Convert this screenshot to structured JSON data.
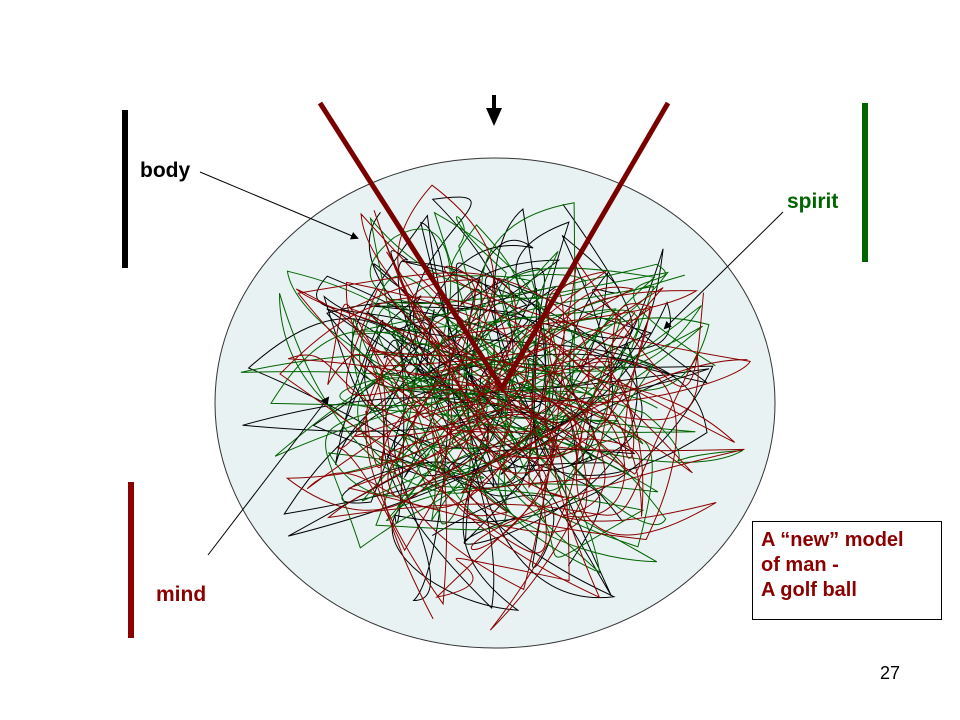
{
  "labels": {
    "body": "body",
    "spirit": "spirit",
    "mind": "mind"
  },
  "caption": {
    "line1": "A “new” model",
    "line2": "of man -",
    "line3": "A golf ball"
  },
  "page_number": "27",
  "colors": {
    "body": "#000000",
    "spirit": "#006400",
    "mind": "#8b0000",
    "ball_fill": "#e8f2f2",
    "v_shape": "#7a0000"
  }
}
